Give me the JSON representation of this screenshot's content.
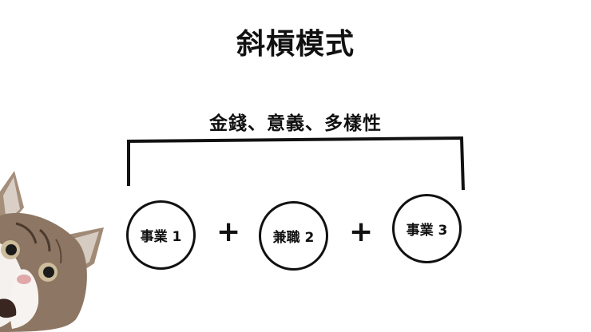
{
  "title": "斜槓模式",
  "subtitle": "金錢、意義、多樣性",
  "nodes": [
    {
      "label": "事業 1"
    },
    {
      "label": "兼職 2"
    },
    {
      "label": "事業 3"
    }
  ],
  "operators": [
    "+",
    "+"
  ],
  "colors": {
    "stroke": "#111111",
    "background": "#ffffff"
  },
  "illustration": "peeking-cat"
}
